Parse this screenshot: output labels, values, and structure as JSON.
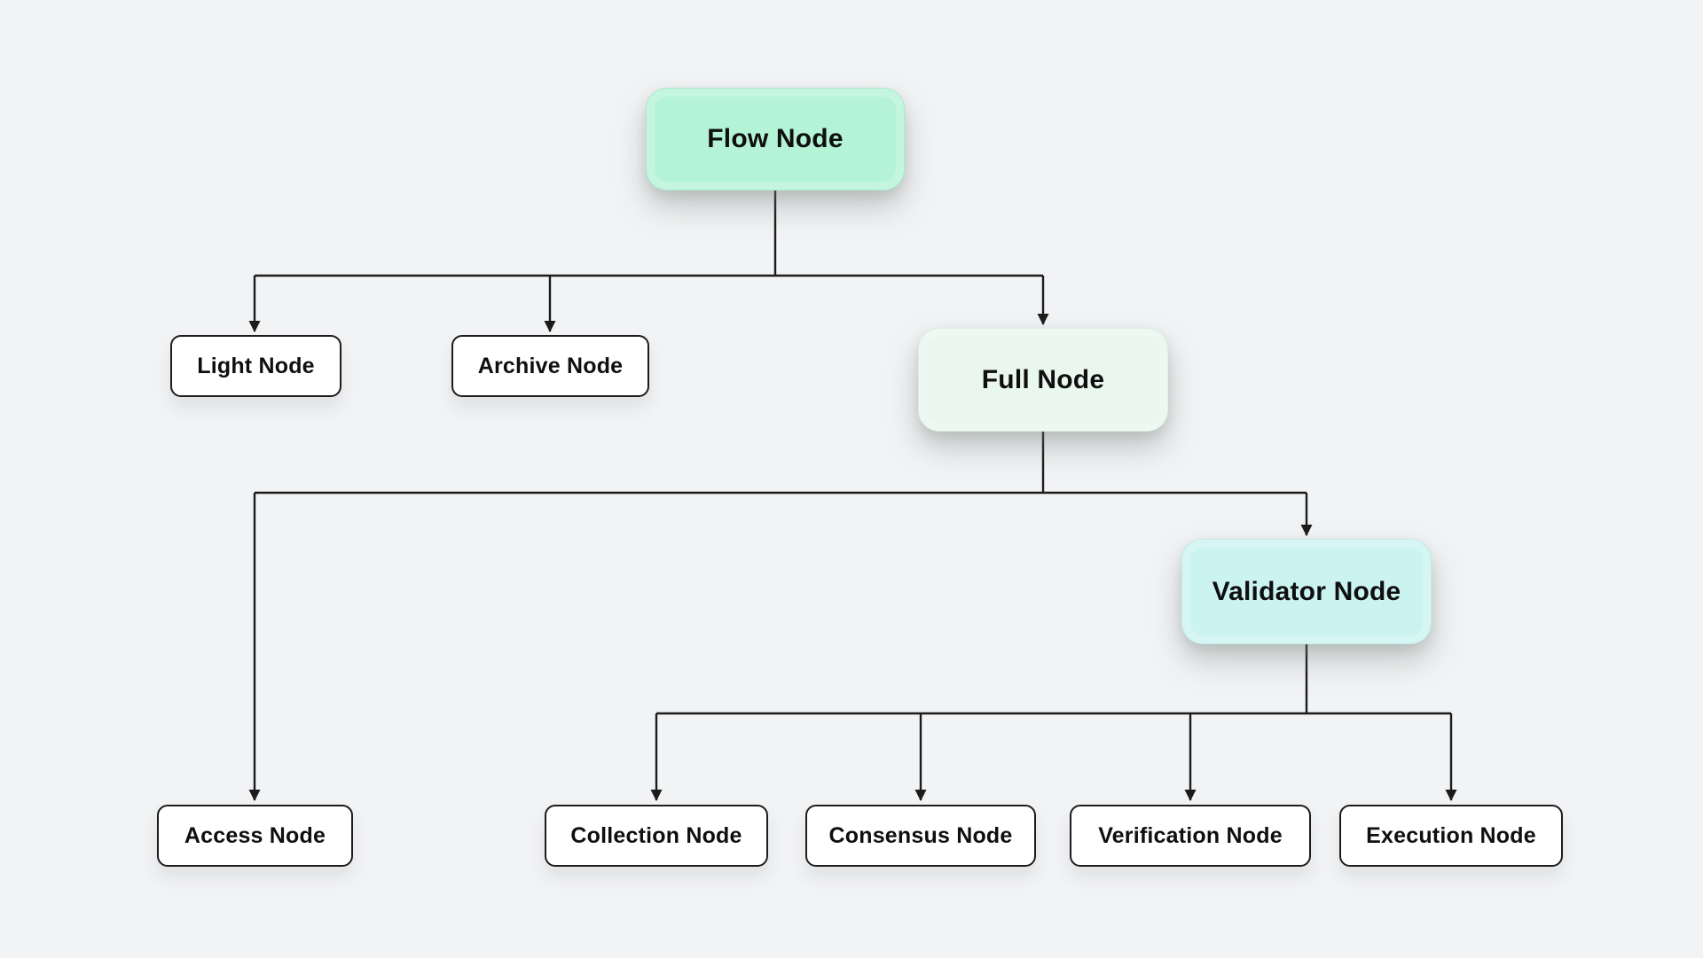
{
  "diagram": {
    "title_implicit": "Flow node types hierarchy",
    "background_color": "#f2f3f5",
    "line_color": "#1b1b1b",
    "text_color": "#0f0f0f",
    "nodes": {
      "flow": {
        "label": "Flow Node",
        "fill": "#b4f3d6",
        "style": "highlight-mint"
      },
      "light": {
        "label": "Light Node",
        "fill": "#ffffff",
        "style": "outlined"
      },
      "archive": {
        "label": "Archive Node",
        "fill": "#ffffff",
        "style": "outlined"
      },
      "full": {
        "label": "Full Node",
        "fill": "#e9f7ef",
        "style": "highlight-pale-mint"
      },
      "access": {
        "label": "Access Node",
        "fill": "#ffffff",
        "style": "outlined"
      },
      "validator": {
        "label": "Validator Node",
        "fill": "#cbf4f1",
        "style": "highlight-cyan"
      },
      "collection": {
        "label": "Collection Node",
        "fill": "#ffffff",
        "style": "outlined"
      },
      "consensus": {
        "label": "Consensus Node",
        "fill": "#ffffff",
        "style": "outlined"
      },
      "verification": {
        "label": "Verification Node",
        "fill": "#ffffff",
        "style": "outlined"
      },
      "execution": {
        "label": "Execution Node",
        "fill": "#ffffff",
        "style": "outlined"
      }
    },
    "edges": [
      {
        "from": "flow",
        "to": "light"
      },
      {
        "from": "flow",
        "to": "archive"
      },
      {
        "from": "flow",
        "to": "full"
      },
      {
        "from": "full",
        "to": "access"
      },
      {
        "from": "full",
        "to": "validator"
      },
      {
        "from": "validator",
        "to": "collection"
      },
      {
        "from": "validator",
        "to": "consensus"
      },
      {
        "from": "validator",
        "to": "verification"
      },
      {
        "from": "validator",
        "to": "execution"
      }
    ]
  }
}
